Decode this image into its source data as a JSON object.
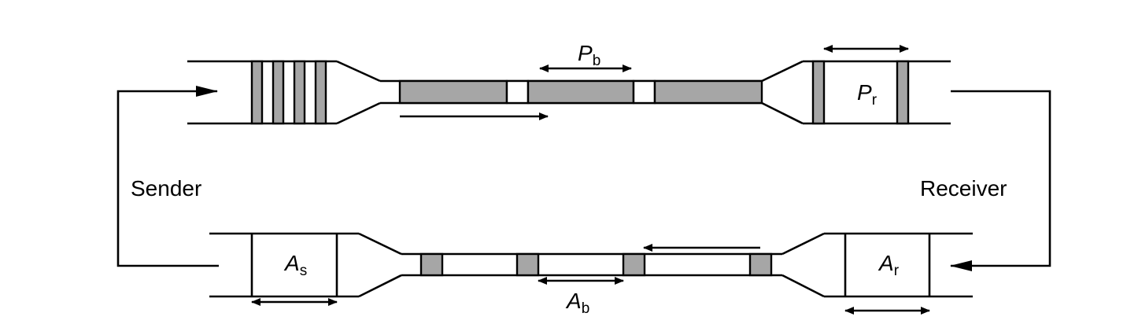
{
  "labels": {
    "sender": "Sender",
    "receiver": "Receiver",
    "pb": {
      "main": "P",
      "sub": "b"
    },
    "pr": {
      "main": "P",
      "sub": "r"
    },
    "as": {
      "main": "A",
      "sub": "s"
    },
    "ar": {
      "main": "A",
      "sub": "r"
    },
    "ab": {
      "main": "A",
      "sub": "b"
    }
  },
  "colors": {
    "packet_fill": "#a6a6a6",
    "line": "#000000",
    "background": "#ffffff"
  }
}
